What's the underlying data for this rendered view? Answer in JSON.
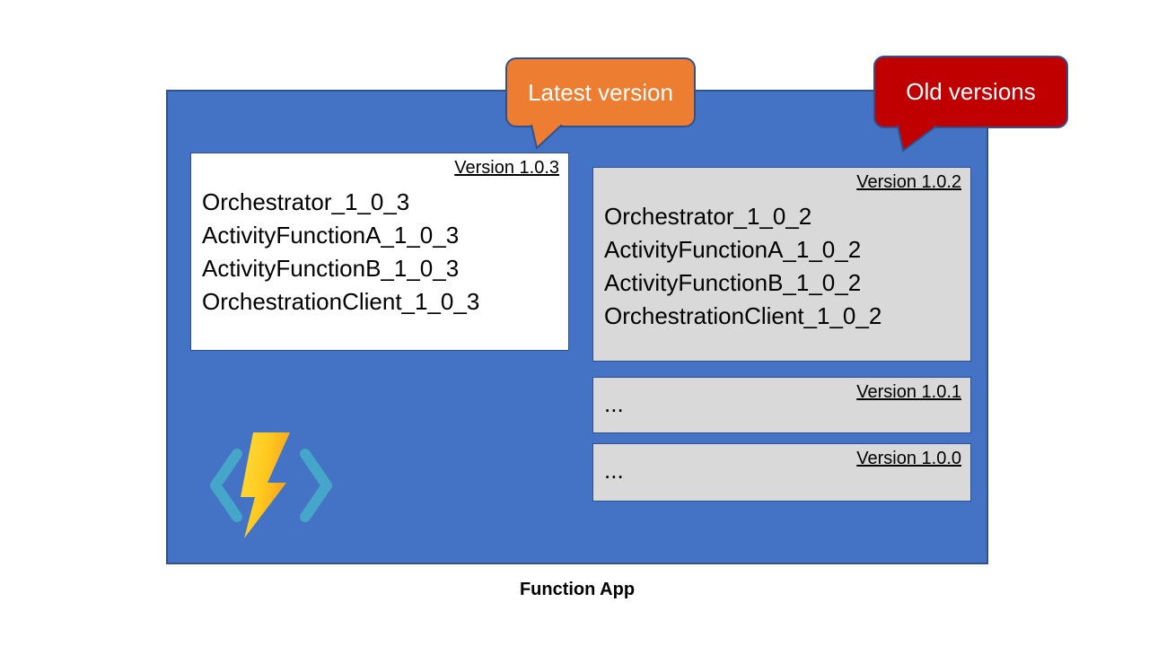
{
  "container": {
    "label": "Function App",
    "fill": "#4472C4",
    "border_color": "#2F528F"
  },
  "callouts": {
    "latest": {
      "label": "Latest version",
      "fill": "#ED7D31",
      "text_color": "#FFFFFF"
    },
    "old": {
      "label": "Old versions",
      "fill": "#C00000",
      "text_color": "#FFFFFF"
    }
  },
  "version_boxes": [
    {
      "title": "Version 1.0.3",
      "group": "latest",
      "fill": "#FFFFFF",
      "functions": [
        "Orchestrator_1_0_3",
        "ActivityFunctionA_1_0_3",
        "ActivityFunctionB_1_0_3",
        "OrchestrationClient_1_0_3"
      ]
    },
    {
      "title": "Version 1.0.2",
      "group": "old",
      "fill": "#D9D9D9",
      "functions": [
        "Orchestrator_1_0_2",
        "ActivityFunctionA_1_0_2",
        "ActivityFunctionB_1_0_2",
        "OrchestrationClient_1_0_2"
      ]
    },
    {
      "title": "Version 1.0.1",
      "group": "old",
      "fill": "#D9D9D9",
      "functions": [
        "..."
      ]
    },
    {
      "title": "Version 1.0.0",
      "group": "old",
      "fill": "#D9D9D9",
      "functions": [
        "..."
      ]
    }
  ],
  "icon": {
    "name": "azure-functions-icon",
    "bracket_color": "#45A6C9",
    "bolt_color_light": "#FFDC3C",
    "bolt_color_dark": "#F6A21C"
  }
}
